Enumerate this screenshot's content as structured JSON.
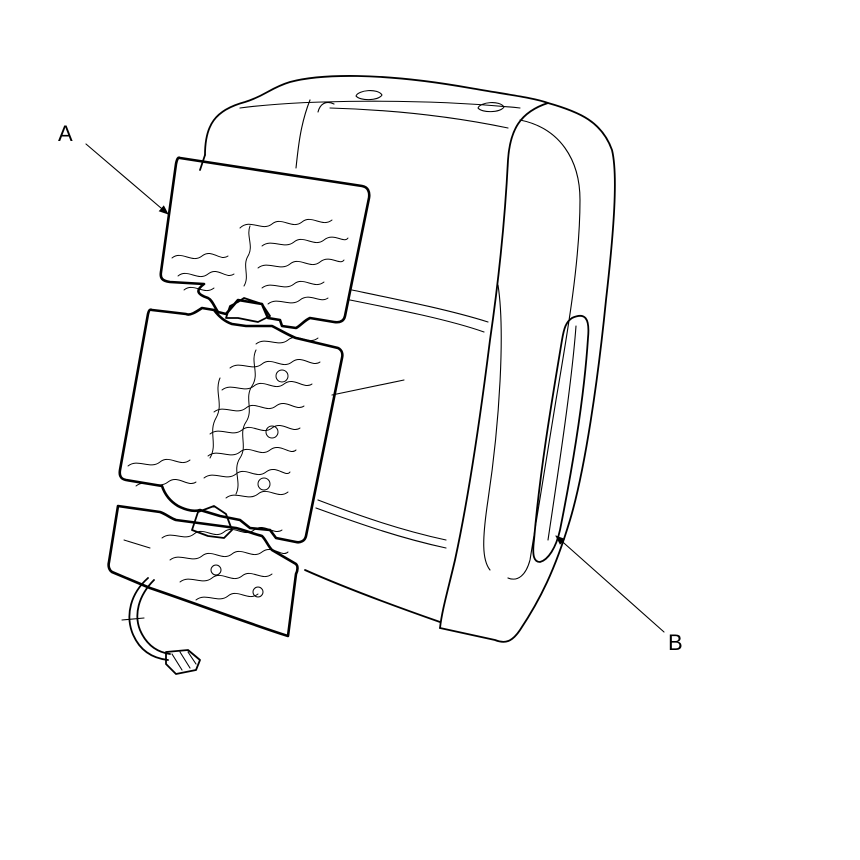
{
  "diagram": {
    "callouts": [
      {
        "id": "A",
        "label": "A",
        "target": "seat-heater-element"
      },
      {
        "id": "B",
        "label": "B",
        "target": "seat-back-cover"
      }
    ],
    "colors": {
      "line": "#000000",
      "background": "#ffffff",
      "label": "#000000"
    }
  }
}
